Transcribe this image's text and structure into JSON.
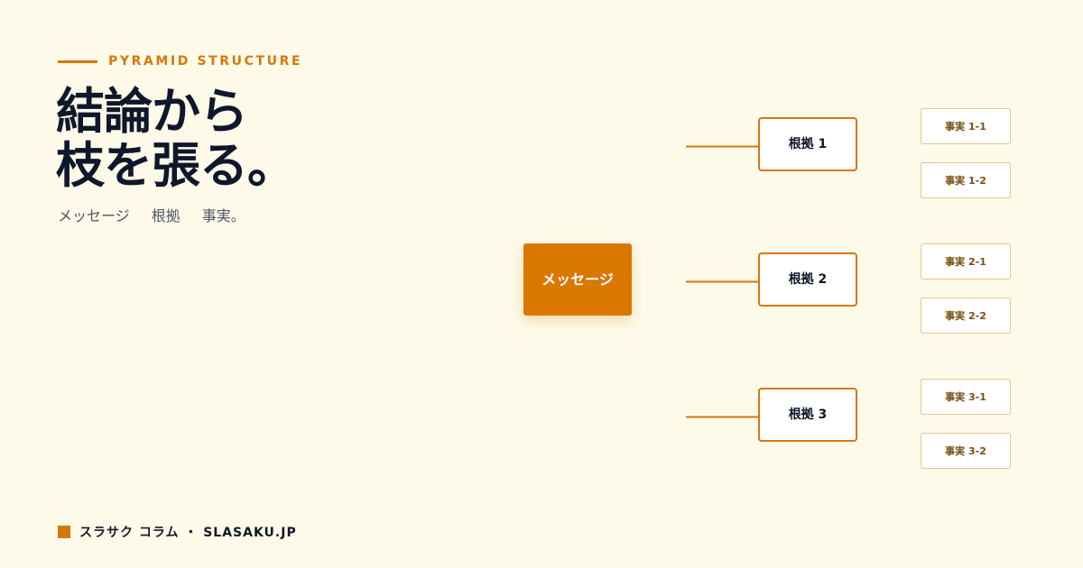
{
  "eyebrow": "PYRAMID STRUCTURE",
  "title": {
    "line1": "結論から",
    "line2": "枝を張る。"
  },
  "subtitle": [
    "メッセージ",
    "根拠",
    "事実。"
  ],
  "diagram": {
    "message": "メッセージ",
    "groups": [
      {
        "reason": "根拠 1",
        "facts": [
          "事実 1-1",
          "事実 1-2"
        ]
      },
      {
        "reason": "根拠 2",
        "facts": [
          "事実 2-1",
          "事実 2-2"
        ]
      },
      {
        "reason": "根拠 3",
        "facts": [
          "事実 3-1",
          "事実 3-2"
        ]
      }
    ]
  },
  "footer": "スラサク コラム ・ SLASAKU.JP",
  "colors": {
    "accent": "#d97706",
    "background": "#fefaea",
    "text": "#0f172a",
    "fact_border": "#e8c58f",
    "fact_text": "#7a4e12"
  }
}
